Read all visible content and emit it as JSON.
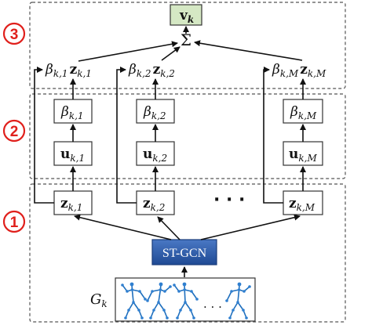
{
  "badges": [
    "1",
    "2",
    "3"
  ],
  "output": {
    "main": "v",
    "sub": "k",
    "sum_symbol": "Σ"
  },
  "weighted_products": [
    {
      "beta": "β",
      "sub": "k,1",
      "z": "z",
      "zsub": "k,1"
    },
    {
      "beta": "β",
      "sub": "k,2",
      "z": "z",
      "zsub": "k,2"
    },
    {
      "beta": "β",
      "sub": "k,M",
      "z": "z",
      "zsub": "k,M"
    }
  ],
  "beta_nodes": [
    {
      "main": "β",
      "sub": "k,1"
    },
    {
      "main": "β",
      "sub": "k,2"
    },
    {
      "main": "β",
      "sub": "k,M"
    }
  ],
  "u_nodes": [
    {
      "main": "u",
      "sub": "k,1"
    },
    {
      "main": "u",
      "sub": "k,2"
    },
    {
      "main": "u",
      "sub": "k,M"
    }
  ],
  "z_nodes": [
    {
      "main": "z",
      "sub": "k,1"
    },
    {
      "main": "z",
      "sub": "k,2"
    },
    {
      "main": "z",
      "sub": "k,M"
    }
  ],
  "ellipsis_mid": "· · ·",
  "ellipsis_skeleton": ". . .",
  "encoder": {
    "label": "ST-GCN"
  },
  "input": {
    "main": "G",
    "sub": "k"
  },
  "colors": {
    "badge": "#e0201c",
    "output_fill": "#d5e8c4",
    "encoder_fill": "#2f5faa",
    "skeleton": "#1f6fbd",
    "skeleton_joint": "#2f7fd0"
  }
}
